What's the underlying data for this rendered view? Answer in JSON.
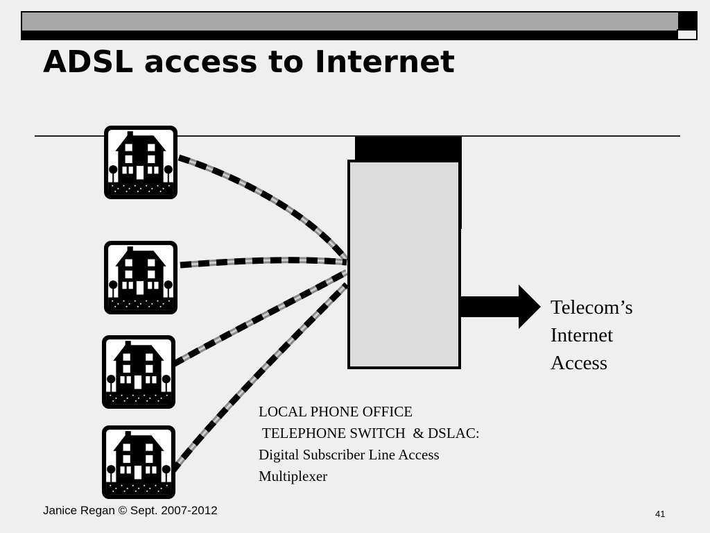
{
  "slide": {
    "title": "ADSL access to Internet",
    "footer_author": "Janice Regan © Sept. 2007-2012",
    "page_number": "41"
  },
  "diagram": {
    "telecom_label_lines": [
      "Telecom’s",
      "Internet",
      "Access"
    ],
    "office_label_lines": [
      "LOCAL PHONE OFFICE",
      " TELEPHONE SWITCH  & DSLAC:",
      "Digital Subscriber Line Access",
      "Multiplexer"
    ],
    "house_count": 4
  },
  "icons": [
    "house-icon",
    "twisted-pair-cable",
    "right-arrow-icon"
  ],
  "colors": {
    "background": "#efefef",
    "box_fill": "#dcdcdc",
    "bar_gray": "#a8a8a8",
    "ink": "#000000"
  }
}
